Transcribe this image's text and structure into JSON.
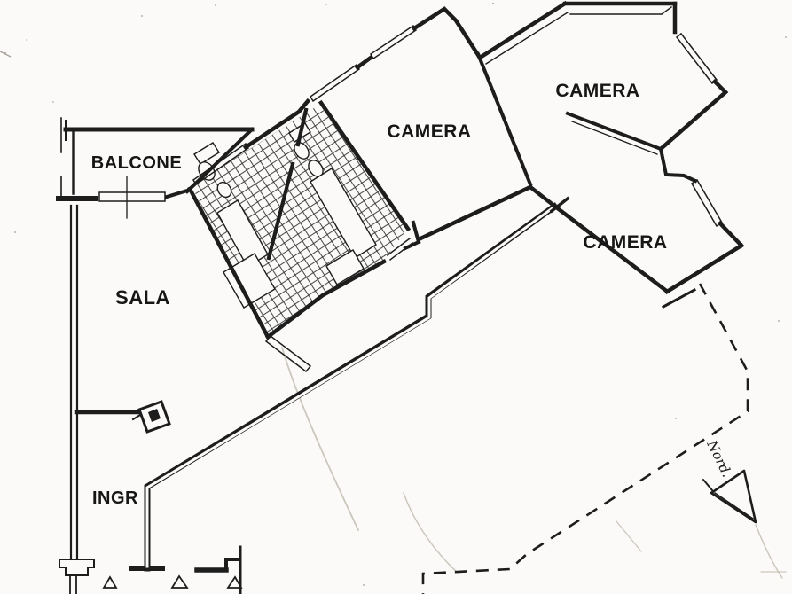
{
  "document": {
    "kind": "scanned apartment floor plan",
    "language": "it"
  },
  "rooms": [
    {
      "id": "balcone",
      "label": "BALCONE"
    },
    {
      "id": "sala",
      "label": "SALA"
    },
    {
      "id": "ingresso",
      "label": "INGR"
    },
    {
      "id": "camera-1",
      "label": "CAMERA"
    },
    {
      "id": "camera-2",
      "label": "CAMERA"
    },
    {
      "id": "camera-3",
      "label": "CAMERA"
    }
  ],
  "compass": {
    "north_label": "Nord."
  },
  "symbols": {
    "north_arrow": "hand-drawn triangle arrow",
    "door_markers": "small triangles along bottom edge",
    "bath_floor": "cross-hatch tiling"
  },
  "colors": {
    "ink": "#1d1d1d",
    "paper": "#fbfaf8",
    "pencil": "#c9c3b8"
  }
}
